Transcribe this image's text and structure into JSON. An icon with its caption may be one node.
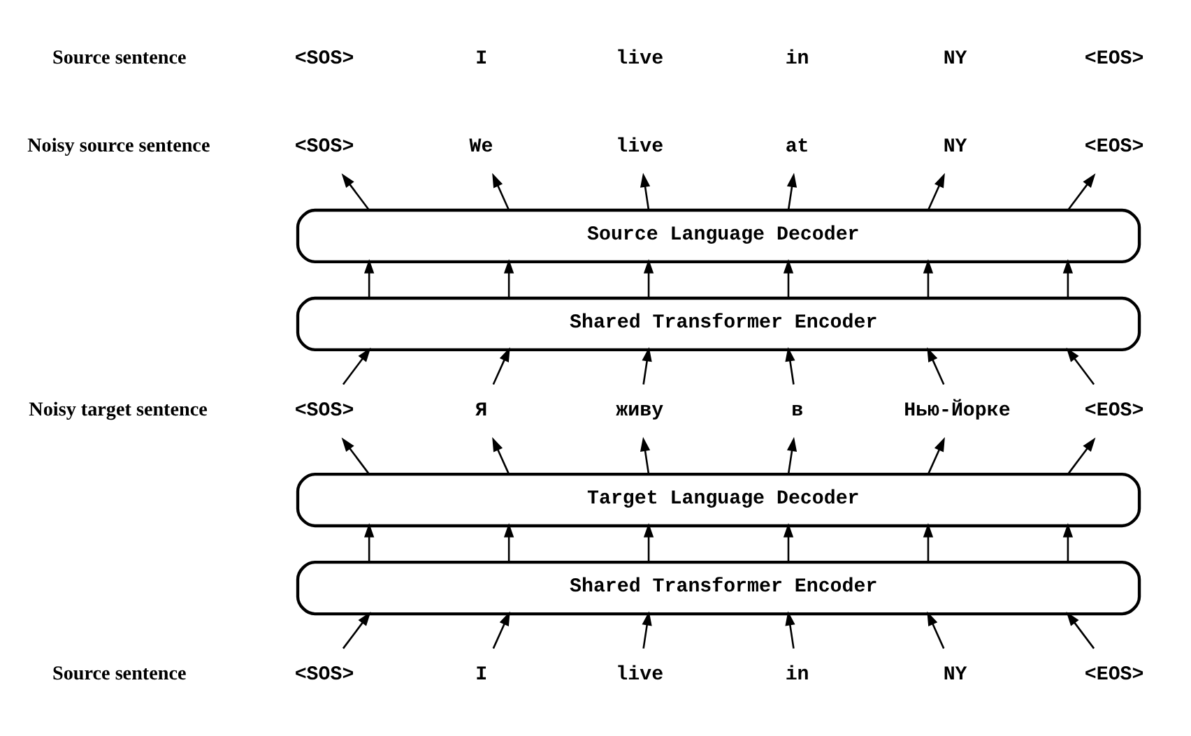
{
  "diagram": {
    "nodes": [
      {
        "text": [
          "<SOS>"
        ]
      },
      {
        "text": [
          "We"
        ]
      },
      {
        "text": [
          "live"
        ]
      },
      {
        "text": [
          "at"
        ]
      },
      {
        "text": [
          "NY"
        ]
      },
      {
        "text": [
          "<EOS>"
        ]
      },
      {
        "text": [
          "Source Language Decoder"
        ]
      },
      {
        "text": [
          "Shared Transformer Encoder"
        ]
      },
      {
        "text": [
          "<SOS>"
        ]
      },
      {
        "text": [
          "Я"
        ]
      },
      {
        "text": [
          "живу"
        ]
      },
      {
        "text": [
          "в"
        ]
      },
      {
        "text": [
          "Нью-Йорке"
        ]
      },
      {
        "text": [
          "<EOS>"
        ]
      },
      {
        "text": [
          "Target Language Decoder"
        ]
      },
      {
        "text": [
          "Shared Transformer Encoder"
        ]
      },
      {
        "text": [
          "<SOS>"
        ]
      },
      {
        "text": [
          "I"
        ]
      },
      {
        "text": [
          "live"
        ]
      },
      {
        "text": [
          "in"
        ]
      },
      {
        "text": [
          "NY"
        ]
      },
      {
        "text": [
          "<EOS>"
        ]
      }
    ],
    "edges": [
      {
        "from": 6,
        "to": 0,
        "arrow": "to"
      },
      {
        "from": 6,
        "to": 1,
        "arrow": "to"
      },
      {
        "from": 6,
        "to": 2,
        "arrow": "to"
      },
      {
        "from": 6,
        "to": 3,
        "arrow": "to"
      },
      {
        "from": 6,
        "to": 4,
        "arrow": "to"
      },
      {
        "from": 6,
        "to": 5,
        "arrow": "to"
      },
      {
        "from": 7,
        "to": 6,
        "arrow": "to"
      },
      {
        "from": 7,
        "to": 6,
        "arrow": "to"
      },
      {
        "from": 7,
        "to": 6,
        "arrow": "to"
      },
      {
        "from": 7,
        "to": 6,
        "arrow": "to"
      },
      {
        "from": 7,
        "to": 6,
        "arrow": "to"
      },
      {
        "from": 7,
        "to": 6,
        "arrow": "to"
      },
      {
        "from": 8,
        "to": 7,
        "arrow": "to"
      },
      {
        "from": 9,
        "to": 7,
        "arrow": "to"
      },
      {
        "from": 10,
        "to": 7,
        "arrow": "to"
      },
      {
        "from": 11,
        "to": 7,
        "arrow": "to"
      },
      {
        "from": 12,
        "to": 7,
        "arrow": "to"
      },
      {
        "from": 13,
        "to": 7,
        "arrow": "to"
      },
      {
        "from": 14,
        "to": 8,
        "arrow": "to"
      },
      {
        "from": 14,
        "to": 9,
        "arrow": "to"
      },
      {
        "from": 14,
        "to": 10,
        "arrow": "to"
      },
      {
        "from": 14,
        "to": 11,
        "arrow": "to"
      },
      {
        "from": 14,
        "to": 12,
        "arrow": "to"
      },
      {
        "from": 14,
        "to": 13,
        "arrow": "to"
      },
      {
        "from": 15,
        "to": 14,
        "arrow": "to"
      },
      {
        "from": 15,
        "to": 14,
        "arrow": "to"
      },
      {
        "from": 15,
        "to": 14,
        "arrow": "to"
      },
      {
        "from": 15,
        "to": 14,
        "arrow": "to"
      },
      {
        "from": 15,
        "to": 14,
        "arrow": "to"
      },
      {
        "from": 15,
        "to": 14,
        "arrow": "to"
      },
      {
        "from": 16,
        "to": 15,
        "arrow": "to"
      },
      {
        "from": 17,
        "to": 15,
        "arrow": "to"
      },
      {
        "from": 18,
        "to": 15,
        "arrow": "to"
      },
      {
        "from": 19,
        "to": 15,
        "arrow": "to"
      },
      {
        "from": 20,
        "to": 15,
        "arrow": "to"
      },
      {
        "from": 21,
        "to": 15,
        "arrow": "to"
      }
    ],
    "labels": [
      "Source sentence",
      "<SOS>",
      "I",
      "live",
      "in",
      "NY",
      "<EOS>",
      "Noisy source sentence",
      "Noisy target sentence",
      "Source sentence"
    ]
  }
}
